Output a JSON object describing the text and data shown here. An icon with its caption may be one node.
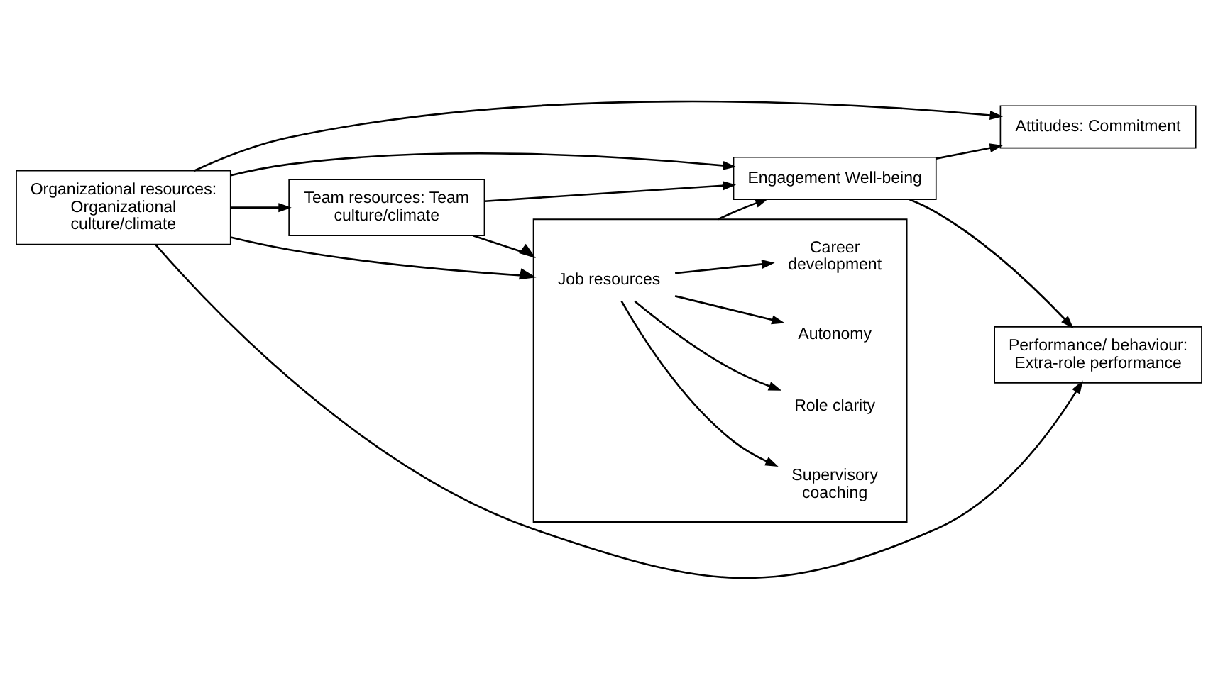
{
  "diagram": {
    "nodes": [
      {
        "text": [
          "Team resources: Team culture/climate"
        ]
      },
      {
        "text": [
          "Attitudes: Commitment"
        ]
      },
      {
        "text": [
          "Organizational resources: Organizational culture/climate"
        ]
      },
      {
        "text": [
          "Engagement Well-being"
        ]
      },
      {
        "text": [
          "Job resources"
        ]
      },
      {
        "text": [
          "Supervisory coaching"
        ],
        "in": 4
      },
      {
        "text": [
          "Role clarity"
        ],
        "in": 4
      },
      {
        "text": [
          "Autonomy"
        ],
        "in": 4
      },
      {
        "text": [
          "Career development"
        ],
        "in": 4
      },
      {
        "text": [
          "Performance/ behaviour: Extra-role performance"
        ]
      }
    ],
    "edges": [
      {
        "from": 2,
        "to": 0,
        "arrow": "to"
      },
      {
        "from": 2,
        "to": 1,
        "arrow": "to"
      },
      {
        "from": 2,
        "to": 3,
        "arrow": "to"
      },
      {
        "from": 2,
        "to": 9,
        "arrow": "to"
      },
      {
        "from": 2,
        "to": 4,
        "arrow": "to"
      },
      {
        "from": 0,
        "to": 3,
        "arrow": "to"
      },
      {
        "from": 0,
        "to": 4,
        "arrow": "to"
      },
      {
        "from": 4,
        "to": 3,
        "arrow": "to"
      },
      {
        "from": 3,
        "to": 1,
        "arrow": "to"
      },
      {
        "from": 3,
        "to": 9,
        "arrow": "to"
      },
      {
        "from": 4,
        "to": 5,
        "arrow": "to"
      },
      {
        "from": 4,
        "to": 6,
        "arrow": "to"
      },
      {
        "from": 4,
        "to": 7,
        "arrow": "to"
      },
      {
        "from": 4,
        "to": 8,
        "arrow": "to"
      }
    ]
  }
}
